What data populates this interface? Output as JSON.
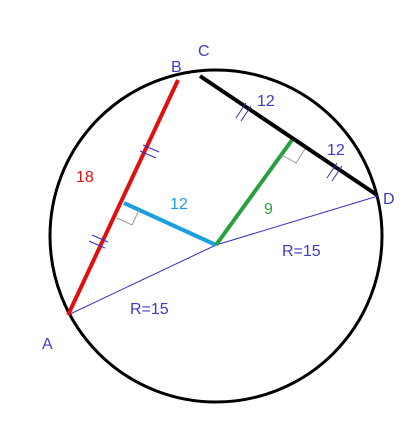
{
  "colors": {
    "background": "#ffffff",
    "circle": "#000000",
    "chord_ab": "#e01010",
    "perp_ab": "#1aa0e0",
    "perp_cd": "#28a040",
    "radius": "#3030c0",
    "chord_cd": "#000000",
    "label_point": "#3b3bc8",
    "label_red": "#e01010",
    "label_blue": "#1aa0e0",
    "label_green": "#28a040",
    "marks": "#3030c0"
  },
  "points": {
    "A": "A",
    "B": "B",
    "C": "C",
    "D": "D"
  },
  "labels": {
    "chord_ab_length": "18",
    "half_cd_upper": "12",
    "half_cd_lower": "12",
    "dist_ab": "12",
    "dist_cd": "9",
    "radius_od": "R=15",
    "radius_oa": "R=15"
  }
}
